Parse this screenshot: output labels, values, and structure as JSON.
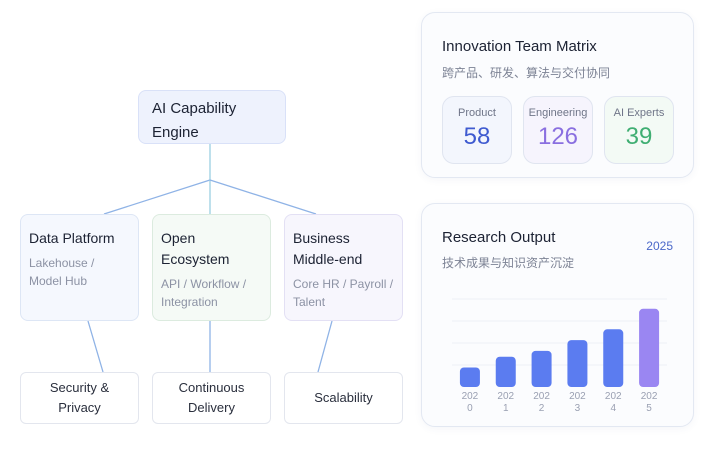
{
  "diagram": {
    "engine": {
      "line1": "AI Capability",
      "line2": "Engine"
    },
    "pillars": [
      {
        "title": "Data Platform",
        "desc": "Lakehouse / Model Hub"
      },
      {
        "title": "Open Ecosystem",
        "desc": "API / Workflow / Integration"
      },
      {
        "title": "Business Middle-end",
        "desc": "Core HR / Payroll / Talent"
      }
    ],
    "foundations": [
      {
        "line1": "Security &",
        "line2": "Privacy"
      },
      {
        "line1": "Continuous",
        "line2": "Delivery"
      },
      {
        "line1": "Scalability",
        "line2": ""
      }
    ],
    "colors": {
      "connector": "#8fb3e6",
      "connector_root": "#9ccfe2"
    }
  },
  "team_panel": {
    "title": "Innovation Team Matrix",
    "subtitle": "跨产品、研发、算法与交付协同",
    "stats": [
      {
        "label": "Product",
        "value": "58",
        "color": "#3f5bd0"
      },
      {
        "label": "Engineering",
        "value": "126",
        "color": "#8a6fe0"
      },
      {
        "label": "AI Experts",
        "value": "39",
        "color": "#3fae72"
      }
    ]
  },
  "research_panel": {
    "title": "Research Output",
    "subtitle": "技术成果与知识资产沉淀",
    "year": "2025"
  },
  "chart_data": {
    "type": "bar",
    "categories": [
      "2020",
      "2021",
      "2022",
      "2023",
      "2024",
      "2025"
    ],
    "values": [
      20,
      31,
      37,
      48,
      59,
      80
    ],
    "ylim": [
      0,
      90
    ],
    "grid": true,
    "colors": [
      "#5b7cf0",
      "#5b7cf0",
      "#5b7cf0",
      "#5b7cf0",
      "#5b7cf0",
      "#9a86f2"
    ]
  }
}
